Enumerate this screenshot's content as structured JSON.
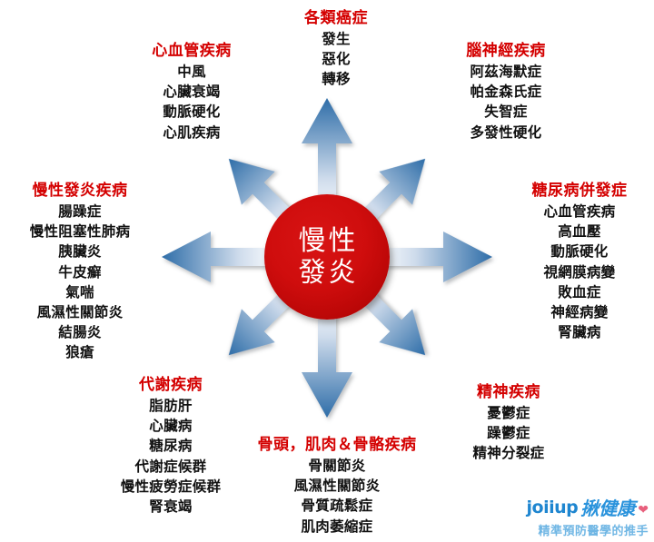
{
  "hub": {
    "lines": [
      "慢性",
      "發炎"
    ],
    "color": "#cf0d0d",
    "text_color": "#ffffff"
  },
  "theme": {
    "title_color": "#d40000",
    "item_color": "#111111",
    "arrow_color_dark": "#2d6ca8",
    "arrow_color_light": "#eef3fa",
    "background": "#ffffff"
  },
  "groups": {
    "cancer": {
      "title": "各類癌症",
      "items": [
        "發生",
        "惡化",
        "轉移"
      ]
    },
    "cardio": {
      "title": "心血管疾病",
      "items": [
        "中風",
        "心臟衰竭",
        "動脈硬化",
        "心肌疾病"
      ]
    },
    "neuro": {
      "title": "腦神經疾病",
      "items": [
        "阿茲海默症",
        "帕金森氏症",
        "失智症",
        "多發性硬化"
      ]
    },
    "inflammatory": {
      "title": "慢性發炎疾病",
      "items": [
        "腸躁症",
        "慢性阻塞性肺病",
        "胰臟炎",
        "牛皮癬",
        "氣喘",
        "風濕性關節炎",
        "結腸炎",
        "狼瘡"
      ]
    },
    "diabetes": {
      "title": "糖尿病併發症",
      "items": [
        "心血管疾病",
        "高血壓",
        "動脈硬化",
        "視網膜病變",
        "敗血症",
        "神經病變",
        "腎臟病"
      ]
    },
    "metabolic": {
      "title": "代謝疾病",
      "items": [
        "脂肪肝",
        "心臟病",
        "糖尿病",
        "代謝症候群",
        "慢性疲勞症候群",
        "腎衰竭"
      ]
    },
    "bone": {
      "title": "骨頭，肌肉＆骨骼疾病",
      "items": [
        "骨關節炎",
        "風濕性關節炎",
        "骨質疏鬆症",
        "肌肉萎縮症"
      ]
    },
    "mental": {
      "title": "精神疾病",
      "items": [
        "憂鬱症",
        "躁鬱症",
        "精神分裂症"
      ]
    }
  },
  "logo": {
    "brand_latin": "joiiup",
    "brand_cn": "揪健康",
    "heart_icon": "heart-icon",
    "tagline": "精準預防醫學的推手"
  }
}
